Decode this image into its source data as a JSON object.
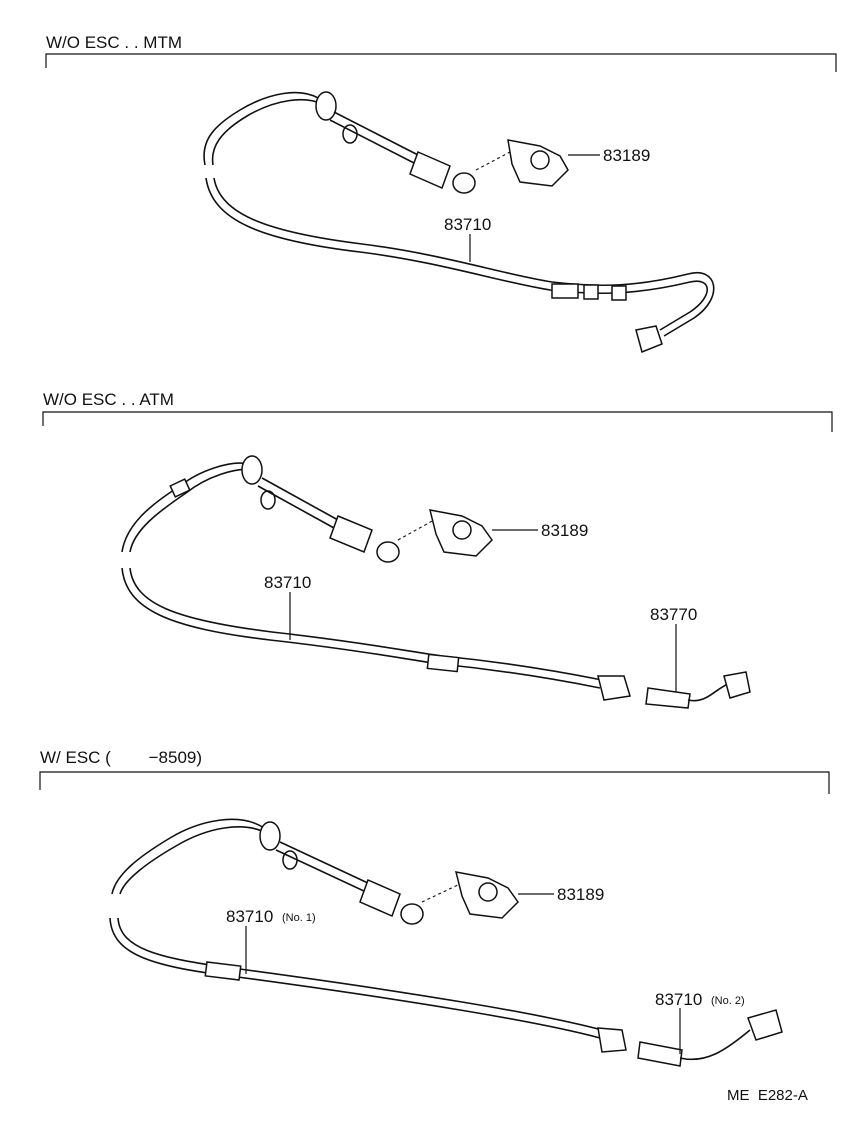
{
  "sections": [
    {
      "heading": "W/O ESC . . MTM",
      "labels": {
        "sensor": "83189",
        "cable": "83710"
      }
    },
    {
      "heading": "W/O ESC . . ATM",
      "labels": {
        "sensor": "83189",
        "cable": "83710",
        "adapter": "83770"
      }
    },
    {
      "heading": "W/ ESC (        −8509)",
      "labels": {
        "sensor": "83189",
        "cable_no1": "83710",
        "cable_no1_suffix": "(No. 1)",
        "cable_no2": "83710",
        "cable_no2_suffix": "(No. 2)"
      }
    }
  ],
  "footer_code": "ME  E282-A"
}
